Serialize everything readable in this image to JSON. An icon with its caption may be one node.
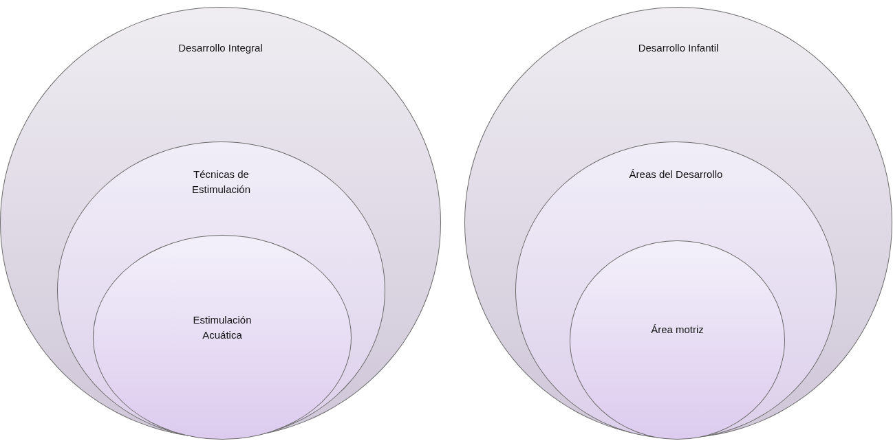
{
  "diagram": {
    "nodes": [
      {
        "text": [
          "Desarrollo Integral"
        ]
      },
      {
        "text": [
          "Técnicas de Estimulación"
        ],
        "in": 0
      },
      {
        "text": [
          "Estimulación Acuática"
        ],
        "in": 1
      },
      {
        "text": [
          "Desarrollo Infantil"
        ]
      },
      {
        "text": [
          "Áreas del Desarrollo"
        ],
        "in": 3
      },
      {
        "text": [
          "Área motriz"
        ],
        "in": 4
      }
    ]
  }
}
